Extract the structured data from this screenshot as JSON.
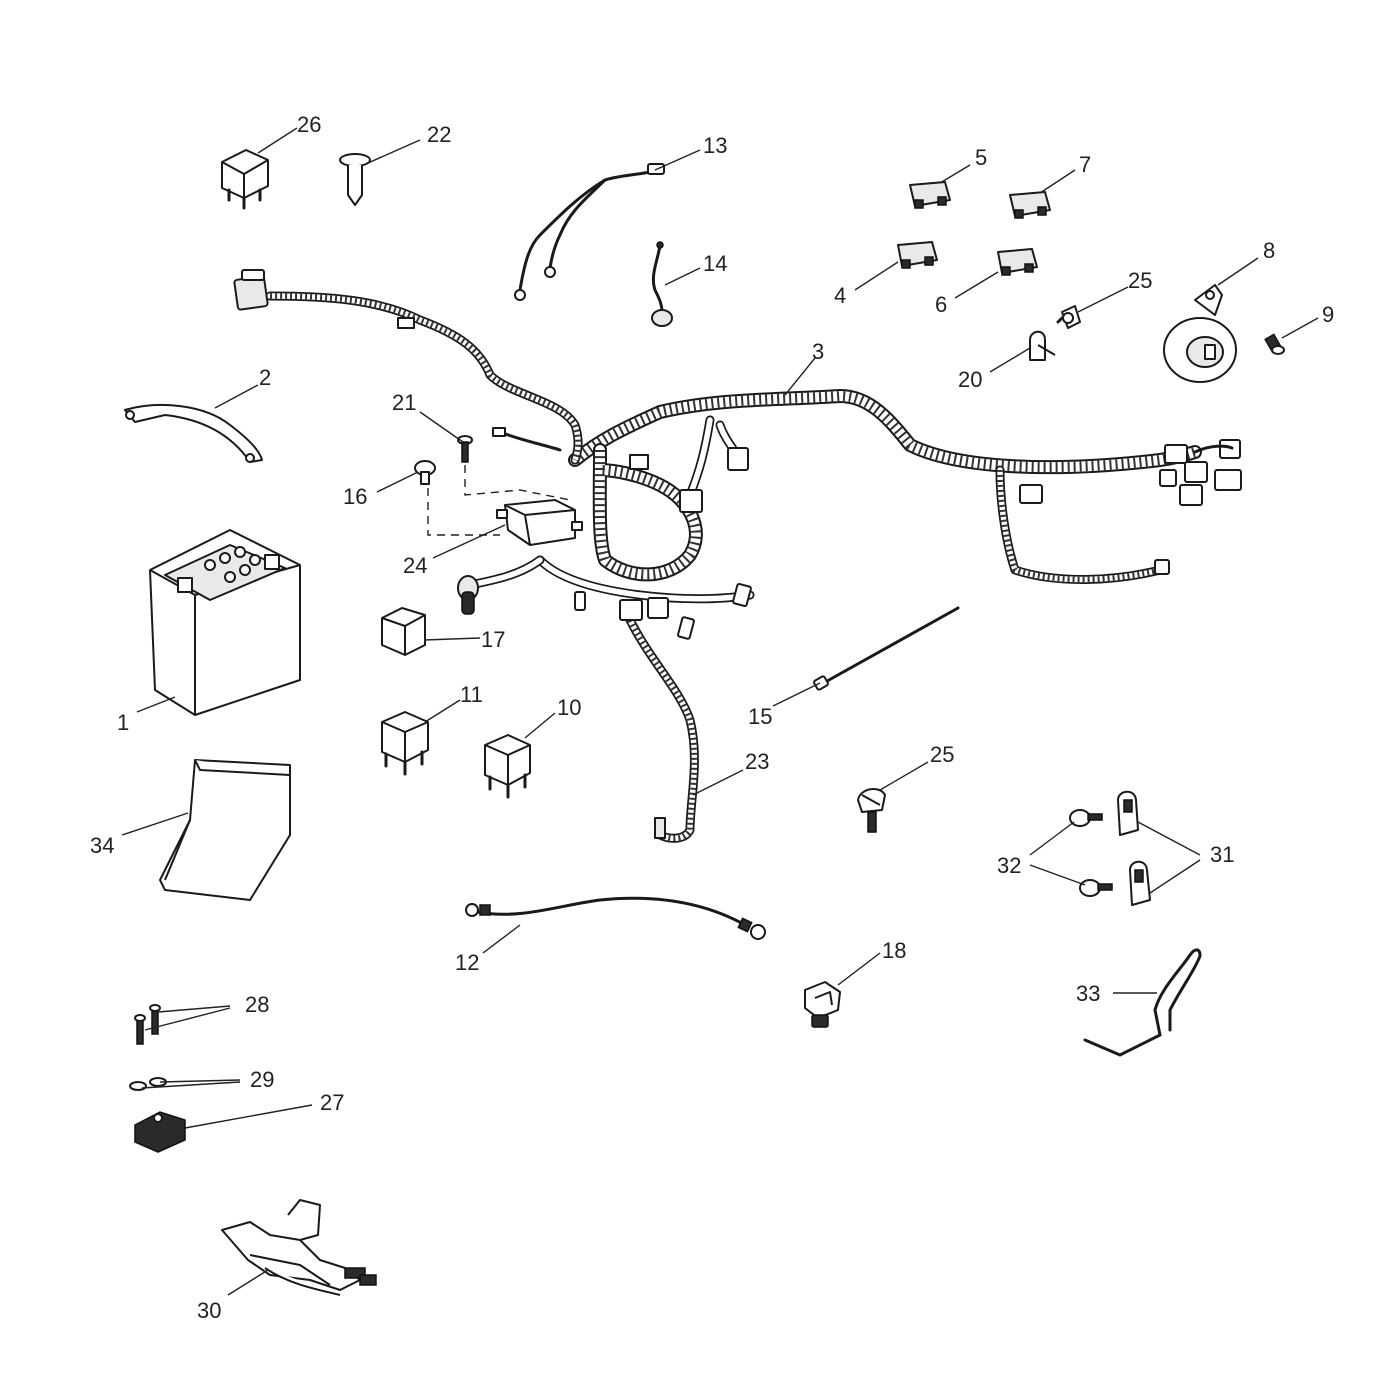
{
  "diagram": {
    "type": "exploded-parts-diagram",
    "callouts": [
      {
        "id": "c1",
        "text": "1"
      },
      {
        "id": "c2",
        "text": "2"
      },
      {
        "id": "c3",
        "text": "3"
      },
      {
        "id": "c4",
        "text": "4"
      },
      {
        "id": "c5",
        "text": "5"
      },
      {
        "id": "c6",
        "text": "6"
      },
      {
        "id": "c7",
        "text": "7"
      },
      {
        "id": "c8",
        "text": "8"
      },
      {
        "id": "c9",
        "text": "9"
      },
      {
        "id": "c10",
        "text": "10"
      },
      {
        "id": "c11",
        "text": "11"
      },
      {
        "id": "c12",
        "text": "12"
      },
      {
        "id": "c13",
        "text": "13"
      },
      {
        "id": "c14",
        "text": "14"
      },
      {
        "id": "c15",
        "text": "15"
      },
      {
        "id": "c16",
        "text": "16"
      },
      {
        "id": "c17",
        "text": "17"
      },
      {
        "id": "c18",
        "text": "18"
      },
      {
        "id": "c20",
        "text": "20"
      },
      {
        "id": "c21",
        "text": "21"
      },
      {
        "id": "c22",
        "text": "22"
      },
      {
        "id": "c23",
        "text": "23"
      },
      {
        "id": "c24",
        "text": "24"
      },
      {
        "id": "c25a",
        "text": "25"
      },
      {
        "id": "c25b",
        "text": "25"
      },
      {
        "id": "c26",
        "text": "26"
      },
      {
        "id": "c27",
        "text": "27"
      },
      {
        "id": "c28",
        "text": "28"
      },
      {
        "id": "c29",
        "text": "29"
      },
      {
        "id": "c30",
        "text": "30"
      },
      {
        "id": "c31",
        "text": "31"
      },
      {
        "id": "c32",
        "text": "32"
      },
      {
        "id": "c33",
        "text": "33"
      },
      {
        "id": "c34",
        "text": "34"
      }
    ]
  }
}
